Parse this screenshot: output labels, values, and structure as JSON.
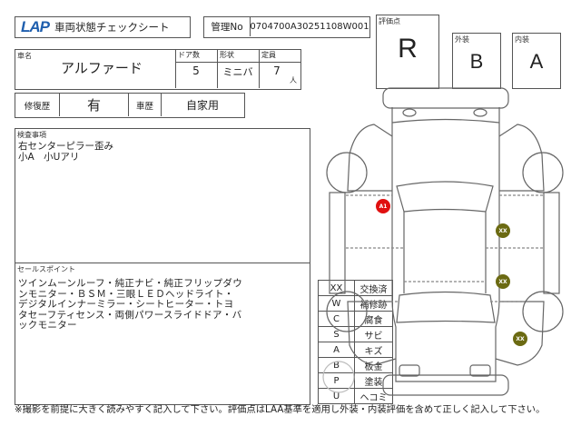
{
  "header": {
    "logo": "LAP",
    "title": "車両状態チェックシート",
    "mgmt_label": "管理No",
    "mgmt_no": "0704700A30251108W001"
  },
  "grades": {
    "overall_label": "評価点",
    "overall": "R",
    "exterior_label": "外装",
    "exterior": "B",
    "interior_label": "内装",
    "interior": "A"
  },
  "vehicle": {
    "name_label": "車名",
    "name": "アルファード",
    "doors_label": "ドア数",
    "doors": "5",
    "shape_label": "形状",
    "shape": "ミニバ",
    "capacity_label": "定員",
    "capacity": "7",
    "capacity_unit": "人"
  },
  "history": {
    "repair_label": "修復歴",
    "repair": "有",
    "usage_label": "車歴",
    "usage": "自家用"
  },
  "inspection": {
    "label": "検査事項",
    "lines": [
      "右センターピラー歪み",
      "小A　小Uアリ"
    ]
  },
  "sales": {
    "label": "セールスポイント",
    "text": "ツインムーンルーフ・純正ナビ・純正フリップダウンモニター・ＢＳＭ・三眼ＬＥＤヘッドライト・デジタルインナーミラー・シートヒーター・トヨタセーフティセンス・両側パワースライドドア・バックモニター"
  },
  "legend": [
    {
      "code": "XX",
      "meaning": "交換済"
    },
    {
      "code": "W",
      "meaning": "補修跡"
    },
    {
      "code": "C",
      "meaning": "腐食"
    },
    {
      "code": "S",
      "meaning": "サビ"
    },
    {
      "code": "A",
      "meaning": "キズ"
    },
    {
      "code": "B",
      "meaning": "板金"
    },
    {
      "code": "P",
      "meaning": "塗装"
    },
    {
      "code": "U",
      "meaning": "ヘコミ"
    }
  ],
  "diagram": {
    "markers": [
      {
        "label": "A1",
        "color": "#e01010"
      },
      {
        "label": "XX",
        "color": "#6b6a12"
      },
      {
        "label": "XX",
        "color": "#6b6a12"
      },
      {
        "label": "XX",
        "color": "#6b6a12"
      }
    ]
  },
  "footer": "※撮影を前提に大きく読みやすく記入して下さい。評価点はLAA基準を適用し外装・内装評価を含めて正しく記入して下さい。"
}
